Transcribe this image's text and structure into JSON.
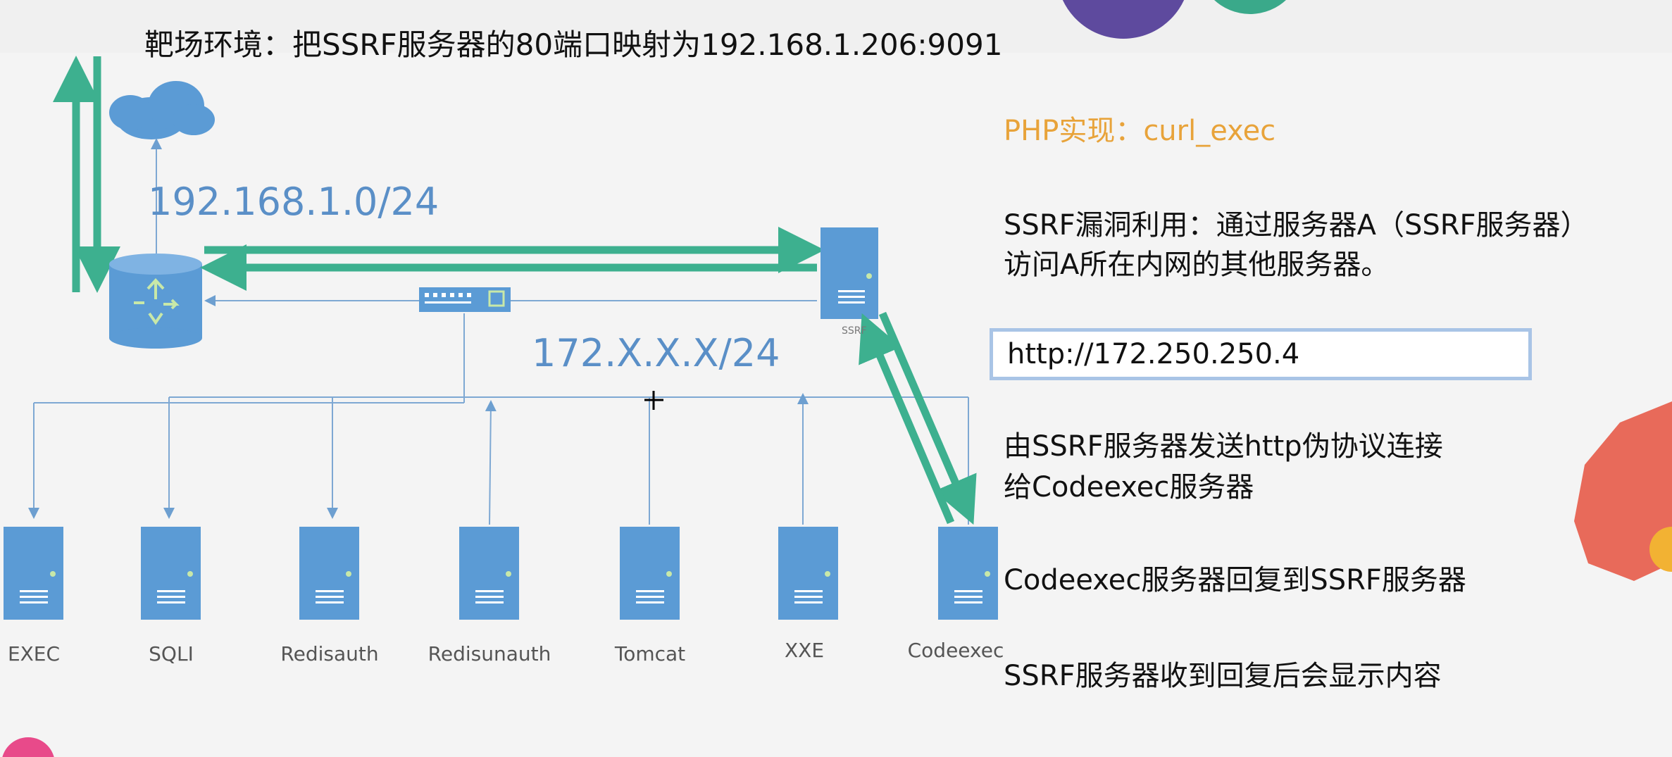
{
  "title": "靶场环境：把SSRF服务器的80端口映射为192.168.1.206:9091",
  "network": {
    "external": "192.168.1.0/24",
    "internal": "172.X.X.X/24"
  },
  "ssrf_server_label": "SSRF",
  "servers": [
    {
      "name": "EXEC"
    },
    {
      "name": "SQLI"
    },
    {
      "name": "Redisauth"
    },
    {
      "name": "Redisunauth"
    },
    {
      "name": "Tomcat"
    },
    {
      "name": "XXE"
    },
    {
      "name": "Codeexec"
    }
  ],
  "notes": {
    "php": "PHP实现：curl_exec",
    "ssrf_line1": "SSRF漏洞利用：通过服务器A（SSRF服务器）",
    "ssrf_line2": "访问A所在内网的其他服务器。",
    "url": "http://172.250.250.4",
    "step1_line1": "由SSRF服务器发送http伪协议连接",
    "step1_line2": "给Codeexec服务器",
    "step2": "Codeexec服务器回复到SSRF服务器",
    "step3": "SSRF服务器收到回复后会显示内容"
  },
  "colors": {
    "accent_arrow": "#3db08f",
    "server_blue": "#5b9bd5",
    "network_label": "#5a8fc7",
    "php_title": "#e8a33a"
  }
}
